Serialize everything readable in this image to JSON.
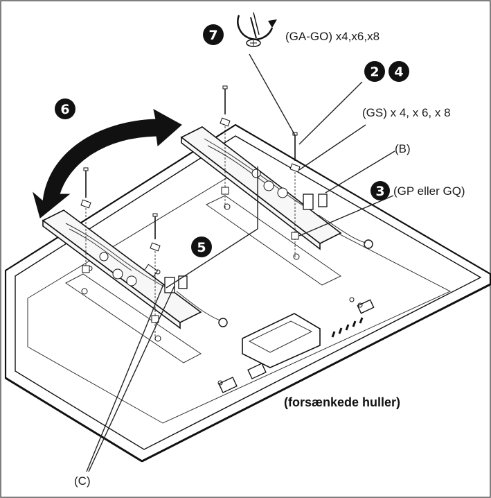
{
  "steps": {
    "s2": "2",
    "s3": "3",
    "s4": "4",
    "s5": "5",
    "s6": "6",
    "s7": "7"
  },
  "labels": {
    "ga_go": "(GA-GO) x4,x6,x8",
    "gs": "(GS) x 4, x 6, x 8",
    "b": "(B)",
    "gp_gq": "(GP eller GQ)",
    "c": "(C)",
    "countersunk": "(forsænkede huller)"
  },
  "icons": {
    "tighten": "screwdriver-rotate-icon",
    "rotate_arrow": "curved-double-arrow-icon"
  },
  "colors": {
    "ink": "#111111",
    "badge": "#111111",
    "paper": "#ffffff"
  }
}
